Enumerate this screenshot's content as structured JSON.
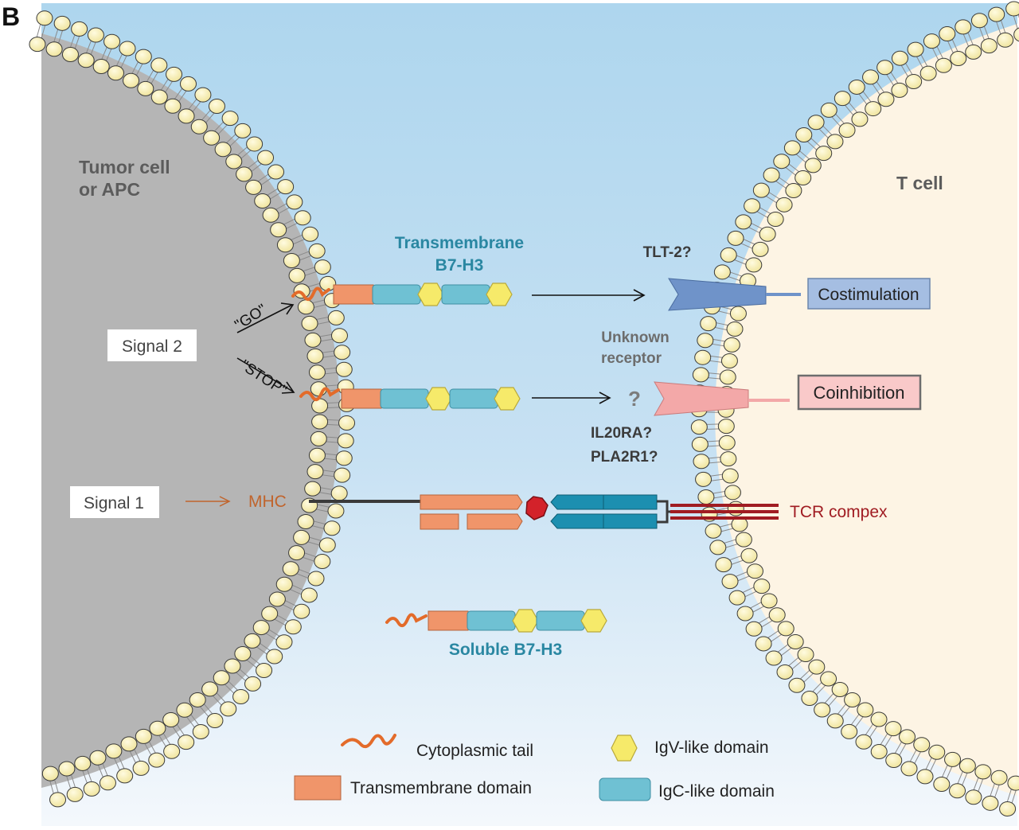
{
  "panel_letter": "B",
  "cells": {
    "left_label_line1": "Tumor cell",
    "left_label_line2": "or APC",
    "right_label": "T cell"
  },
  "labels": {
    "transmembrane_line1": "Transmembrane",
    "transmembrane_line2": "B7-H3",
    "tlt2": "TLT-2?",
    "unknown_line1": "Unknown",
    "unknown_line2": "receptor",
    "question": "?",
    "il20ra": "IL20RA?",
    "pla2r1": "PLA2R1?",
    "go": "\"GO\"",
    "stop": "\"STOP\"",
    "signal2": "Signal 2",
    "signal1": "Signal 1",
    "mhc": "MHC",
    "tcr": "TCR compex",
    "costimulation": "Costimulation",
    "coinhibition": "Coinhibition",
    "soluble": "Soluble B7-H3"
  },
  "legend": {
    "cytoplasmic_tail": "Cytoplasmic tail",
    "transmembrane_domain": "Transmembrane domain",
    "igv_domain": "IgV-like domain",
    "igc_domain": "IgC-like domain"
  },
  "colors": {
    "tumor_cell": "#b3b3b3",
    "t_cell": "#fdf4e4",
    "lipid_head": "#f7eeaa",
    "transmembrane_domain": "#f0956a",
    "igc_domain": "#6fc1d3",
    "igv_domain": "#f6ea6a",
    "tail": "#e36b2a",
    "costim_receptor": "#6f93c9",
    "coinhib_receptor": "#f3a8a8",
    "tcr": "#a01c22",
    "mhc_text": "#c0642c",
    "title_teal": "#2a87a2"
  }
}
